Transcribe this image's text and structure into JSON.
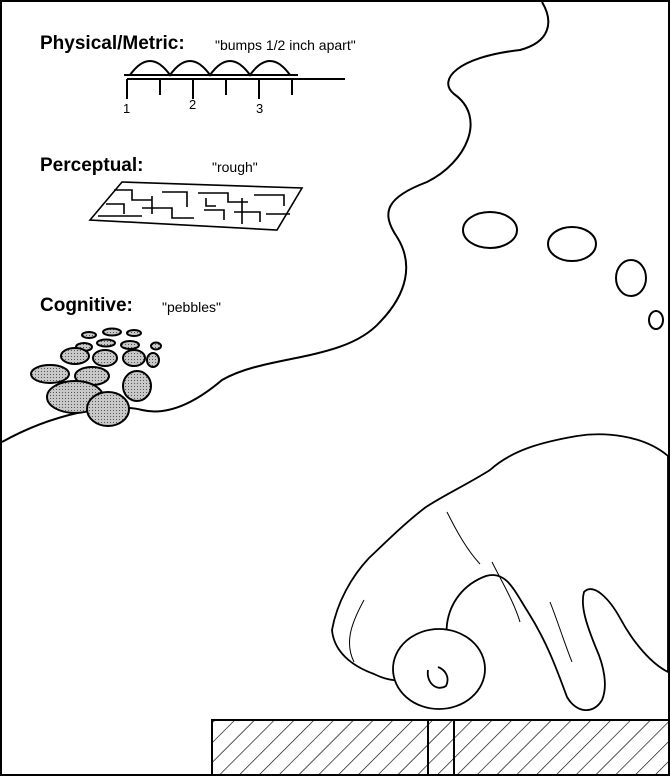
{
  "levels": {
    "physical": {
      "heading": "Physical/Metric:",
      "quote": "\"bumps 1/2 inch apart\"",
      "ticks": [
        "1",
        "2",
        "3"
      ]
    },
    "perceptual": {
      "heading": "Perceptual:",
      "quote": "\"rough\""
    },
    "cognitive": {
      "heading": "Cognitive:",
      "quote": "\"pebbles\""
    }
  },
  "colors": {
    "stroke": "#000000",
    "pebble_fill": "#aaaaaa",
    "background": "#ffffff"
  }
}
